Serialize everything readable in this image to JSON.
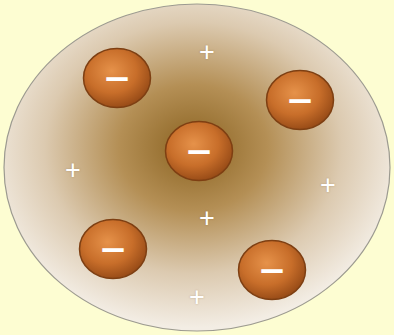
{
  "diagram": {
    "nodes": [
      {
        "text": [
          "+",
          "+",
          "+",
          "+",
          "+"
        ]
      },
      {
        "text": [
          "−"
        ],
        "in": 0
      },
      {
        "text": [
          "−"
        ],
        "in": 0
      },
      {
        "text": [
          "−"
        ],
        "in": 0
      },
      {
        "text": [
          "−"
        ],
        "in": 0
      },
      {
        "text": [
          "−"
        ],
        "in": 0
      }
    ]
  }
}
